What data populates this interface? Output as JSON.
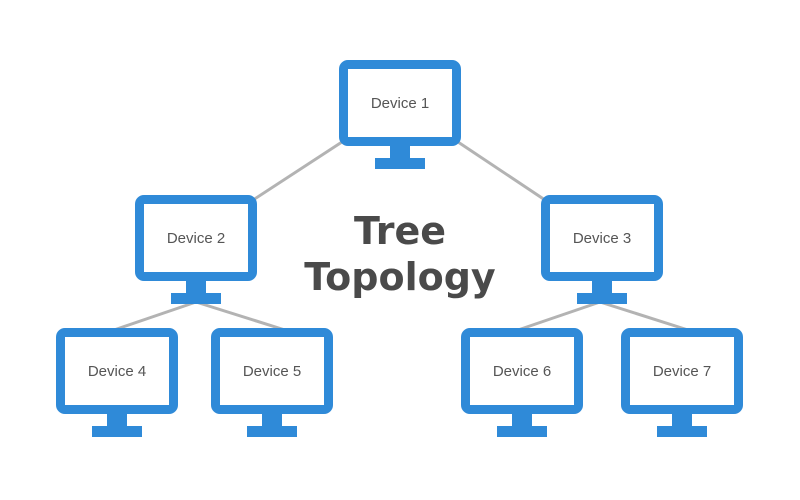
{
  "diagram": {
    "title_line1": "Tree",
    "title_line2": "Topology",
    "accent_color": "#2f8ad8",
    "link_color": "#b3b3b3",
    "devices": [
      {
        "id": "d1",
        "label": "Device 1"
      },
      {
        "id": "d2",
        "label": "Device 2"
      },
      {
        "id": "d3",
        "label": "Device 3"
      },
      {
        "id": "d4",
        "label": "Device 4"
      },
      {
        "id": "d5",
        "label": "Device 5"
      },
      {
        "id": "d6",
        "label": "Device 6"
      },
      {
        "id": "d7",
        "label": "Device 7"
      }
    ],
    "links": [
      {
        "from": "Device 1",
        "to": "Device 2"
      },
      {
        "from": "Device 1",
        "to": "Device 3"
      },
      {
        "from": "Device 2",
        "to": "Device 4"
      },
      {
        "from": "Device 2",
        "to": "Device 5"
      },
      {
        "from": "Device 3",
        "to": "Device 6"
      },
      {
        "from": "Device 3",
        "to": "Device 7"
      }
    ]
  }
}
